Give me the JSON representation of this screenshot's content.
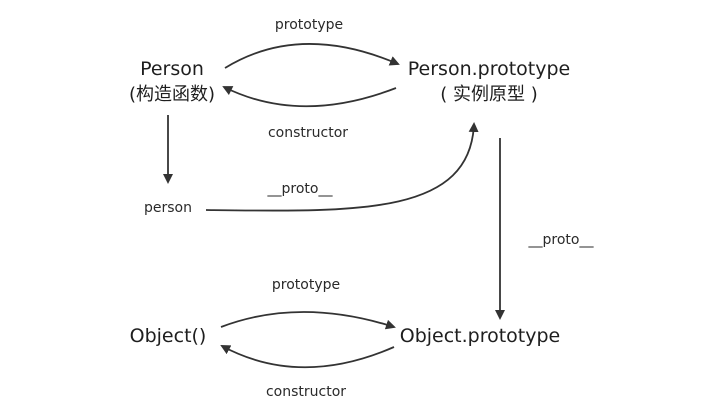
{
  "nodes": {
    "person_constructor": {
      "name": "Person",
      "subtitle": "(构造函数)"
    },
    "person_prototype": {
      "name": "Person.prototype",
      "subtitle": "( 实例原型 )"
    },
    "person_instance": {
      "name": "person"
    },
    "object_constructor": {
      "name": "Object()"
    },
    "object_prototype": {
      "name": "Object.prototype"
    }
  },
  "edges": {
    "person_prototype_label": "prototype",
    "person_constructor_label": "constructor",
    "person_instance_proto_label": "__proto__",
    "person_prototype_proto_label": "__proto__",
    "object_prototype_label": "prototype",
    "object_constructor_label": "constructor"
  },
  "colors": {
    "line": "#333333",
    "text": "#1e1e1e"
  }
}
